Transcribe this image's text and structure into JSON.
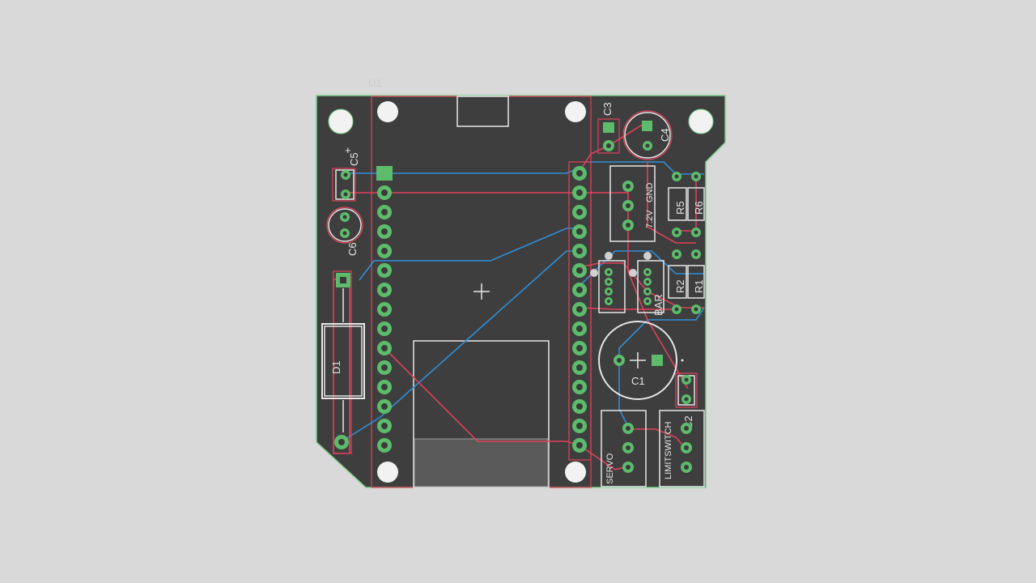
{
  "board": {
    "colors": {
      "background": "#d9d9d9",
      "board_fill": "#3e3e3e",
      "outline": "#7fcf8f",
      "top_copper": "#e0415a",
      "bottom_copper": "#2f8fd8",
      "pad": "#5dbb6c",
      "silkscreen": "#e6e6e6"
    },
    "labels": {
      "u1": "U1",
      "c1": "C1",
      "c2": "C2",
      "c3": "C3",
      "c4": "C4",
      "c5": "C5",
      "c6": "C6",
      "d1": "D1",
      "r1": "R1",
      "r2": "R2",
      "r5": "R5",
      "r6": "R6",
      "bar": "BAR",
      "gnd": "GND",
      "v72": "7.2V",
      "servo": "SERVO",
      "limitswitch": "LIMITSWITCH",
      "plus": "+"
    }
  }
}
